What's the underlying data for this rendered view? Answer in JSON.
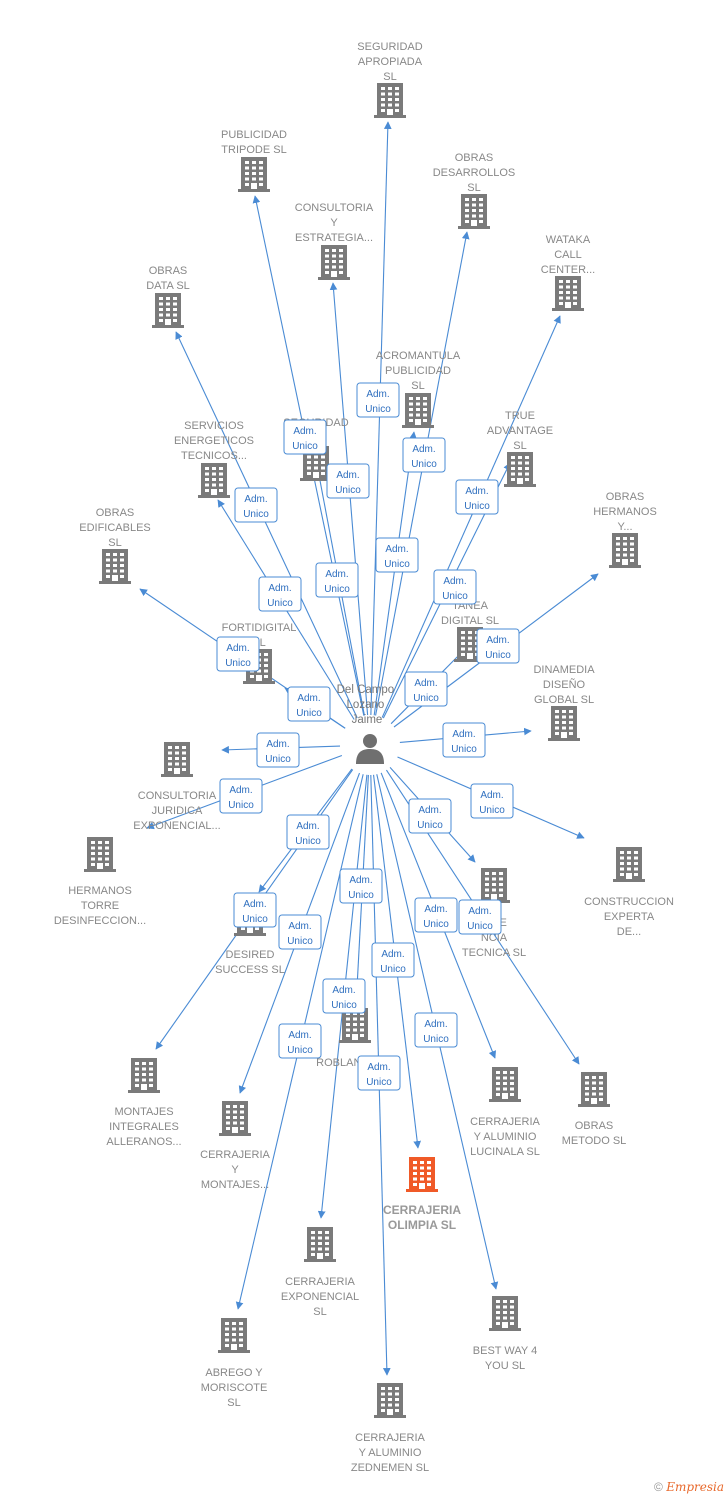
{
  "center": {
    "name_lines": [
      "Del Campo",
      "Lozano",
      "Jaime"
    ]
  },
  "role_label": [
    "Adm.",
    "Unico"
  ],
  "companies": [
    {
      "id": "seguridad-apropiada",
      "lines": [
        "SEGURIDAD",
        "APROPIADA",
        "SL"
      ]
    },
    {
      "id": "publicidad-tripode",
      "lines": [
        "PUBLICIDAD",
        "TRIPODE  SL"
      ]
    },
    {
      "id": "obras-desarrollos",
      "lines": [
        "OBRAS",
        "DESARROLLOS",
        "SL"
      ]
    },
    {
      "id": "consultoria-estrategia",
      "lines": [
        "CONSULTORIA",
        "Y",
        "ESTRATEGIA..."
      ]
    },
    {
      "id": "wataka-call-center",
      "lines": [
        "WATAKA",
        "CALL",
        "CENTER..."
      ]
    },
    {
      "id": "obras-data",
      "lines": [
        "OBRAS",
        "DATA  SL"
      ]
    },
    {
      "id": "acromantula-publicidad",
      "lines": [
        "ACROMANTULA",
        "PUBLICIDAD",
        "SL"
      ]
    },
    {
      "id": "seguridad-sl",
      "lines": [
        "SEGURIDAD",
        "SL"
      ]
    },
    {
      "id": "true-advantage",
      "lines": [
        "TRUE",
        "ADVANTAGE",
        "SL"
      ]
    },
    {
      "id": "servicios-energeticos",
      "lines": [
        "SERVICIOS",
        "ENERGETICOS",
        "TECNICOS..."
      ]
    },
    {
      "id": "obras-hermanos",
      "lines": [
        "OBRAS",
        "HERMANOS",
        "Y..."
      ]
    },
    {
      "id": "obras-edificables",
      "lines": [
        "OBRAS",
        "EDIFICABLES",
        "SL"
      ]
    },
    {
      "id": "instantanea-digital",
      "lines": [
        "TANEA",
        "DIGITAL  SL"
      ]
    },
    {
      "id": "fortidigital",
      "lines": [
        "FORTIDIGITAL",
        "SL"
      ]
    },
    {
      "id": "dinamedia-diseno",
      "lines": [
        "DINAMEDIA",
        "DISEÑO",
        "GLOBAL  SL"
      ]
    },
    {
      "id": "consultoria-juridica",
      "lines": [
        "CONSULTORIA",
        "JURIDICA",
        "EXPONENCIAL..."
      ]
    },
    {
      "id": "hermanos-torre",
      "lines": [
        "HERMANOS",
        "TORRE",
        "DESINFECCION..."
      ]
    },
    {
      "id": "construccion-experta",
      "lines": [
        "CONSTRUCCION",
        "EXPERTA",
        "DE..."
      ]
    },
    {
      "id": "aire-tecnica",
      "lines": [
        "AIRE",
        "NCIA",
        "TECNICA  SL"
      ]
    },
    {
      "id": "desired-success",
      "lines": [
        "DESIRED",
        "SUCCESS  SL"
      ]
    },
    {
      "id": "roblanch",
      "lines": [
        "ROBLANCH SL"
      ]
    },
    {
      "id": "montajes-integrales",
      "lines": [
        "MONTAJES",
        "INTEGRALES",
        "ALLERANOS..."
      ]
    },
    {
      "id": "cerrajeria-montajes",
      "lines": [
        "CERRAJERIA",
        "Y",
        "MONTAJES..."
      ]
    },
    {
      "id": "cerrajeria-lucinala",
      "lines": [
        "CERRAJERIA",
        "Y ALUMINIO",
        "LUCINALA  SL"
      ]
    },
    {
      "id": "obras-metodo",
      "lines": [
        "OBRAS",
        "METODO  SL"
      ]
    },
    {
      "id": "cerrajeria-olimpia",
      "lines": [
        "CERRAJERIA",
        "OLIMPIA  SL"
      ],
      "highlight": true
    },
    {
      "id": "cerrajeria-exponencial",
      "lines": [
        "CERRAJERIA",
        "EXPONENCIAL",
        "SL"
      ]
    },
    {
      "id": "best-way",
      "lines": [
        "BEST WAY 4",
        "YOU  SL"
      ]
    },
    {
      "id": "abrego-moriscote",
      "lines": [
        "ABREGO Y",
        "MORISCOTE",
        "SL"
      ]
    },
    {
      "id": "cerrajeria-zednemen",
      "lines": [
        "CERRAJERIA",
        "Y ALUMINIO",
        "ZEDNEMEN  SL"
      ]
    }
  ],
  "colors": {
    "edge": "#4a8bd4",
    "building": "#7a7a7a",
    "building_highlight": "#f05a28",
    "person": "#6f6f6f"
  },
  "footer": {
    "copyright": "©",
    "brand": "Empresia"
  }
}
